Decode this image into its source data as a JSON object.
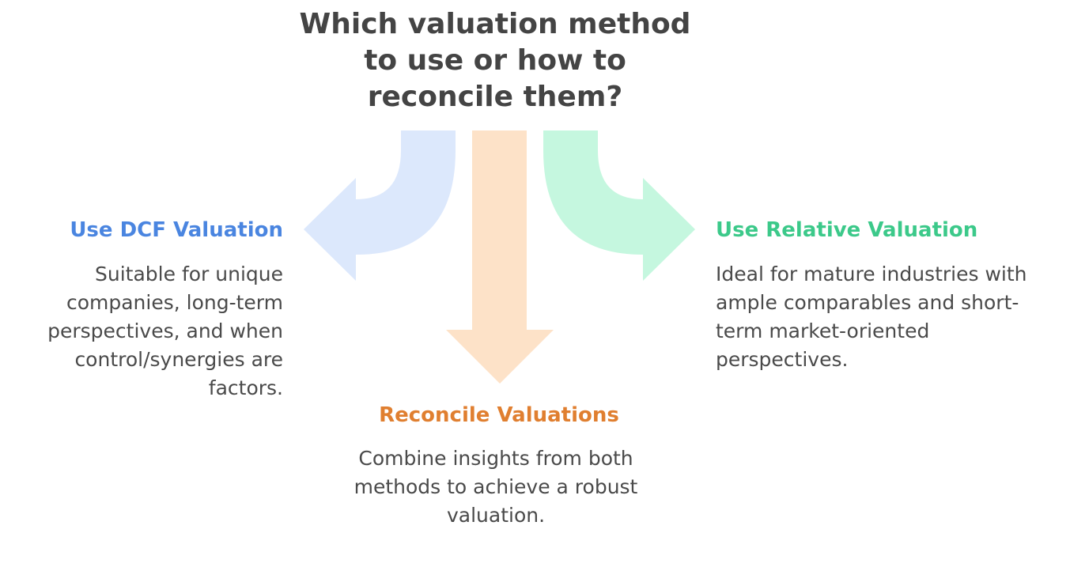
{
  "title": "Which valuation method to use or how to reconcile them?",
  "colors": {
    "title": "#444444",
    "left_accent": "#4a85e0",
    "left_arrow": "#dce8fc",
    "center_accent": "#e07f30",
    "center_arrow": "#fde2c8",
    "right_accent": "#3cc98a",
    "right_arrow": "#c5f7df",
    "body_text": "#4a4a4a"
  },
  "options": [
    {
      "id": "left",
      "heading": "Use DCF Valuation",
      "description": "Suitable for unique companies, long-term perspectives, and when control/synergies are factors."
    },
    {
      "id": "center",
      "heading": "Reconcile Valuations",
      "description": "Combine insights from both methods to achieve a robust valuation."
    },
    {
      "id": "right",
      "heading": "Use Relative Valuation",
      "description": "Ideal for mature industries with ample comparables and short-term market-oriented perspectives."
    }
  ],
  "icons": {
    "left_arrow": "curved-arrow-left-icon",
    "center_arrow": "arrow-down-icon",
    "right_arrow": "curved-arrow-right-icon"
  }
}
